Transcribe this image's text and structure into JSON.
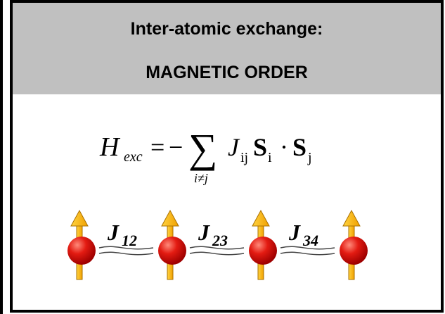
{
  "header": {
    "line1": "Inter-atomic exchange:",
    "line2": "MAGNETIC ORDER"
  },
  "equation": {
    "lhs_symbol": "H",
    "lhs_subscript": "exc",
    "equals": "=",
    "minus": "−",
    "sum_symbol": "∑",
    "sum_index": "i≠j",
    "coupling": "J",
    "coupling_subscript": "ij",
    "spin_i": "S",
    "spin_i_subscript": "i",
    "dot": "·",
    "spin_j": "S",
    "spin_j_subscript": "j"
  },
  "chain": {
    "couplings": [
      {
        "symbol": "J",
        "subscript": "12"
      },
      {
        "symbol": "J",
        "subscript": "23"
      },
      {
        "symbol": "J",
        "subscript": "34"
      }
    ],
    "atom_count": 4,
    "spin_direction": "up"
  },
  "colors": {
    "header_bg": "#c0c0c0",
    "atom": "#dd1111",
    "arrow": "#ffbb00",
    "frame": "#000000"
  }
}
